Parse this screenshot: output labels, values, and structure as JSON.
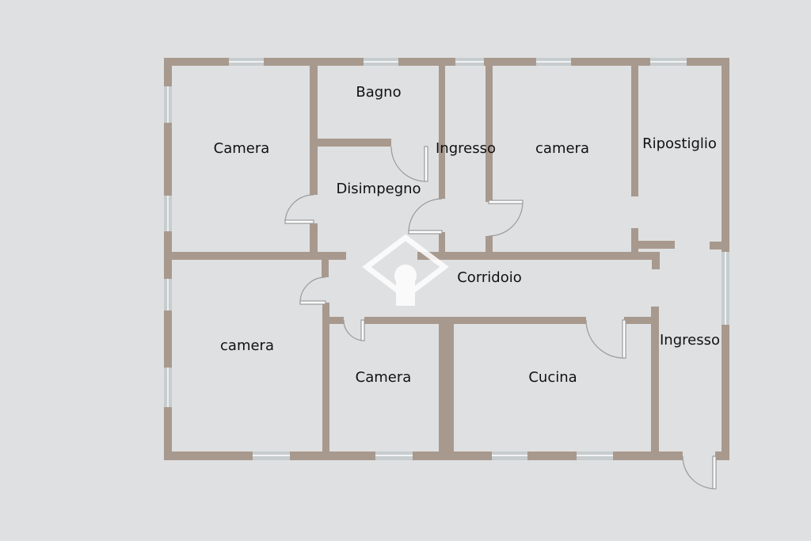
{
  "floorplan": {
    "colors": {
      "background": "#dfe0e1",
      "wall": "#a8998e",
      "window_frame": "#c7ccce",
      "window_line": "#ffffff",
      "door_arc": "#9a9a9a",
      "label": "#111111",
      "watermark": "#ffffff"
    },
    "rooms": [
      {
        "id": "camera-nw",
        "label": "Camera"
      },
      {
        "id": "bagno",
        "label": "Bagno"
      },
      {
        "id": "ingresso-n",
        "label": "Ingresso"
      },
      {
        "id": "camera-n",
        "label": "camera"
      },
      {
        "id": "ripostiglio",
        "label": "Ripostiglio"
      },
      {
        "id": "disimpegno",
        "label": "Disimpegno"
      },
      {
        "id": "corridoio",
        "label": "Corridoio"
      },
      {
        "id": "camera-sw",
        "label": "camera"
      },
      {
        "id": "camera-s",
        "label": "Camera"
      },
      {
        "id": "cucina",
        "label": "Cucina"
      },
      {
        "id": "ingresso-e",
        "label": "Ingresso"
      }
    ],
    "watermark_icon": "house-logo-icon"
  }
}
